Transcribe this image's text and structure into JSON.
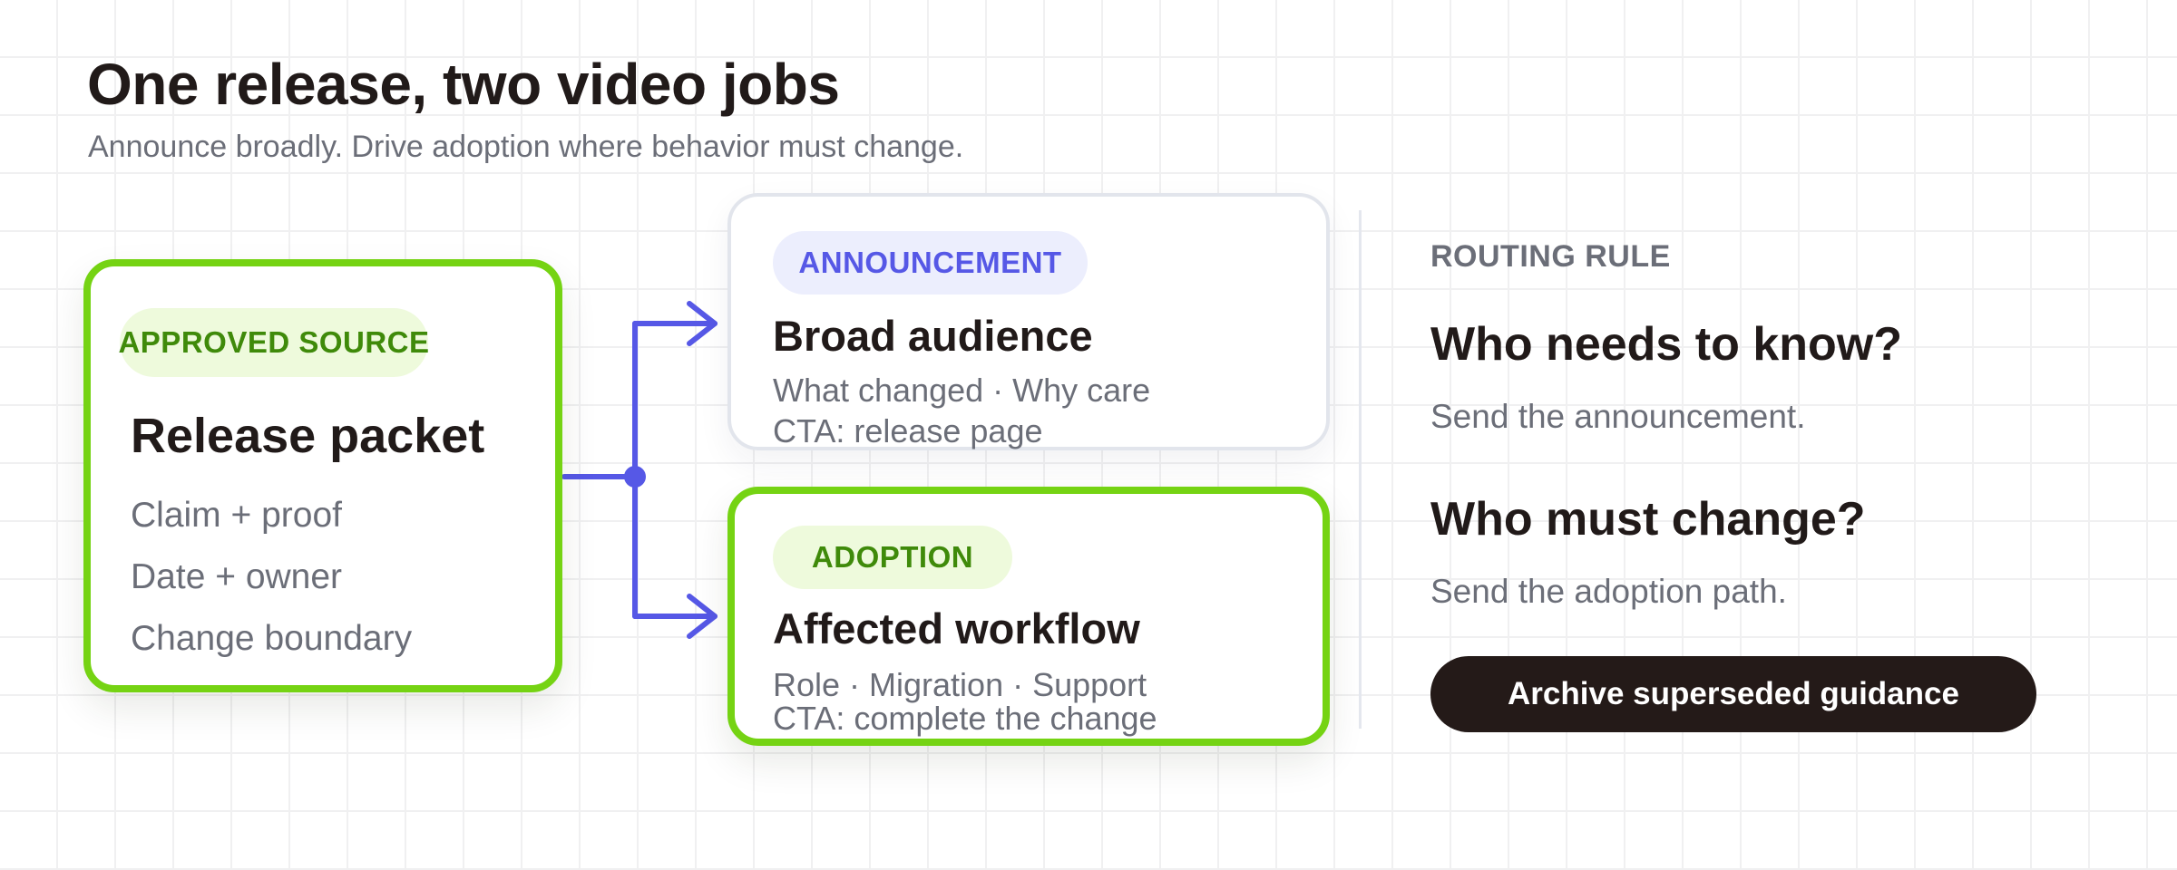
{
  "header": {
    "title": "One release, two video jobs",
    "subtitle": "Announce broadly. Drive adoption where behavior must change."
  },
  "source_card": {
    "badge": "APPROVED SOURCE",
    "title": "Release packet",
    "items": [
      "Claim + proof",
      "Date + owner",
      "Change boundary"
    ]
  },
  "announcement_card": {
    "badge": "ANNOUNCEMENT",
    "title": "Broad audience",
    "detail": "What changed · Why care",
    "cta": "CTA: release page"
  },
  "adoption_card": {
    "badge": "ADOPTION",
    "title": "Affected workflow",
    "detail": "Role · Migration · Support",
    "cta": "CTA: complete the change"
  },
  "routing": {
    "label": "ROUTING RULE",
    "rules": [
      {
        "question": "Who needs to know?",
        "answer": "Send the announcement."
      },
      {
        "question": "Who must change?",
        "answer": "Send the adoption path."
      }
    ],
    "button_label": "Archive superseded guidance"
  },
  "colors": {
    "green_accent": "#75d313",
    "connector": "#5658e6",
    "dark_button": "#241a18"
  },
  "icons": {
    "arrow_to_announcement": "arrow-right-icon",
    "arrow_to_adoption": "arrow-right-icon"
  }
}
